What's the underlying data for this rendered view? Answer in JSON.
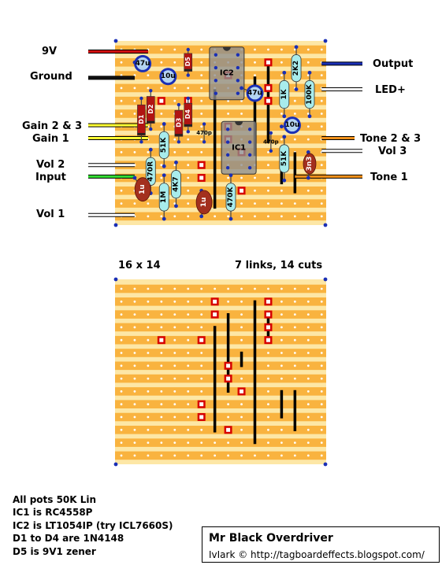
{
  "labels": {
    "v9": "9V",
    "ground": "Ground",
    "gain23": "Gain 2 & 3",
    "gain1": "Gain 1",
    "vol2": "Vol 2",
    "input": "Input",
    "vol1": "Vol 1",
    "output": "Output",
    "led": "LED+",
    "tone23": "Tone 2 & 3",
    "vol3": "Vol 3",
    "tone1": "Tone 1",
    "size": "16 x 14",
    "links": "7 links, 14 cuts"
  },
  "components": {
    "c47a": "47u",
    "c10a": "10u",
    "c47b": "47u",
    "c10b": "10u",
    "c1a": "1u",
    "c1b": "1u",
    "c3n3": "3n3",
    "d1": "D1",
    "d2": "D2",
    "d3": "D3",
    "d4": "D4",
    "d5": "D5",
    "ic1": "IC1",
    "ic2": "IC2",
    "r2k2": "2K2",
    "r100k": "100K",
    "r1k": "1K",
    "r51ka": "51K",
    "r470r": "470R",
    "r4k7": "4K7",
    "r1m": "1M",
    "r470k": "470K",
    "r51kb": "51K",
    "p470a": "470p",
    "p470b": "470p"
  },
  "notes": [
    "All pots 50K Lin",
    "IC1 is RC4558P",
    "IC2 is LT1054IP (try ICL7660S)",
    "D1 to D4 are 1N4148",
    "D5 is 9V1 zener"
  ],
  "title": "Mr Black Overdriver",
  "credit": "IvIark © http://tagboardeffects.blogspot.com/",
  "colors": {
    "strip": "#f9b33f",
    "board": "#fde7a6",
    "cap_elec": "#b4d4f1",
    "cap_tant": "#a3301e",
    "resistor": "#a8ecec",
    "diode": "#b11412",
    "ic": "#8e8e8e",
    "cut": "#d60000"
  }
}
